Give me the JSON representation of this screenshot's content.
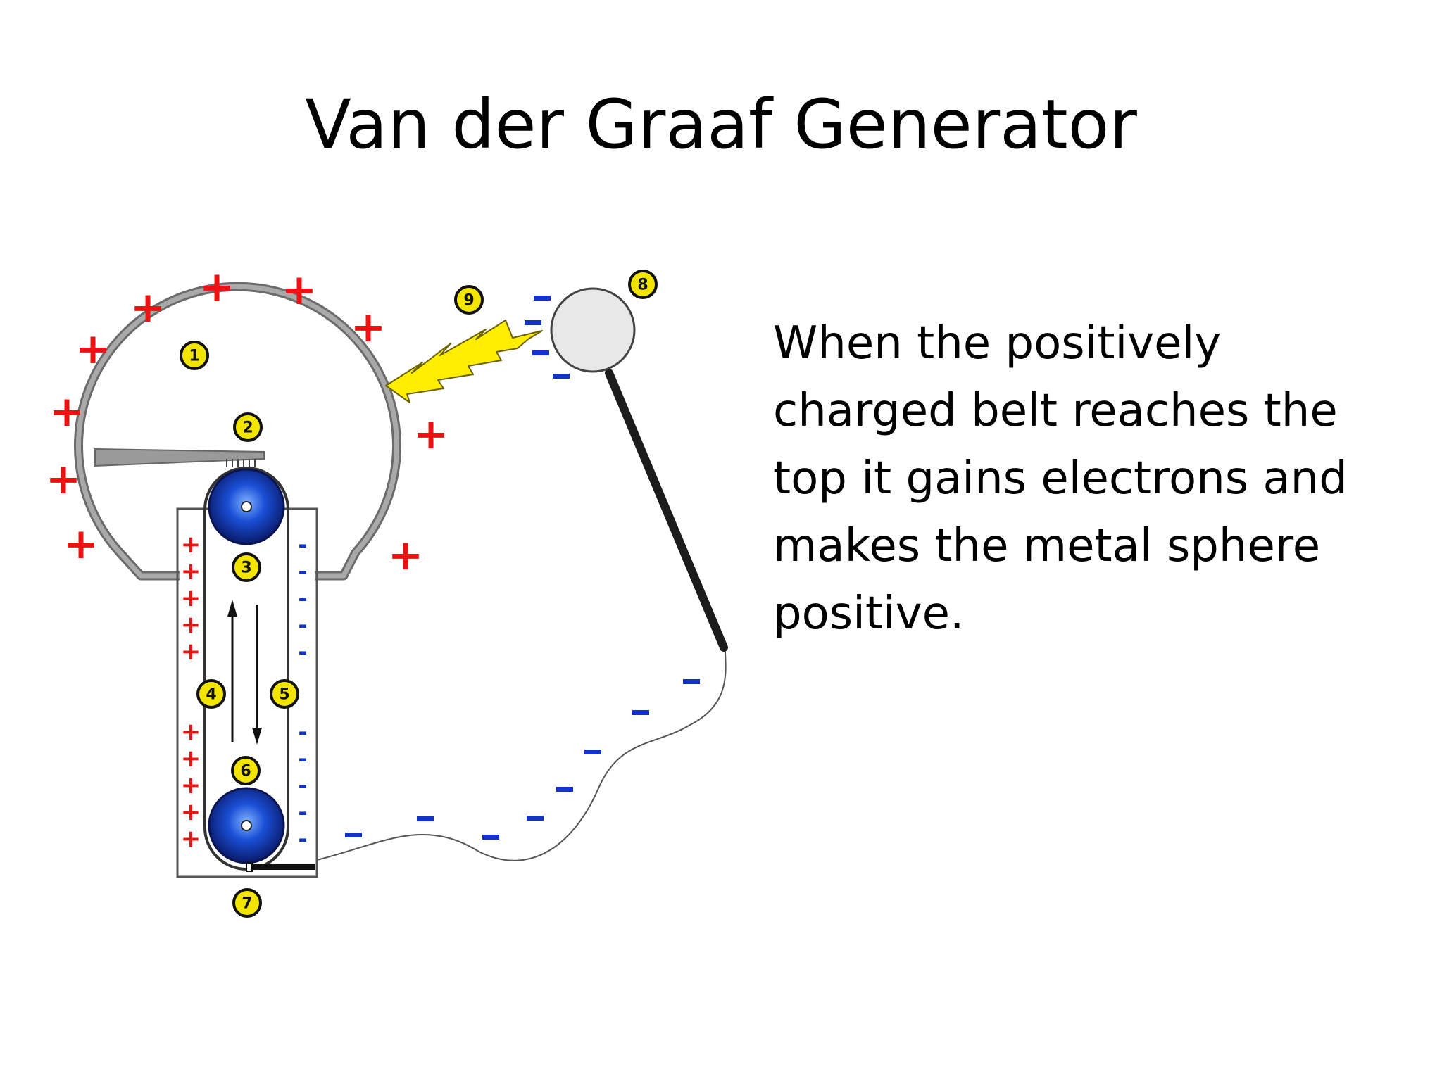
{
  "slide": {
    "title": "Van der Graaf Generator",
    "body_lines": [
      "When the positively",
      "charged belt reaches the",
      "top it gains electrons and",
      "makes the metal sphere",
      "positive."
    ]
  },
  "diagram": {
    "part_markers": [
      "1",
      "2",
      "3",
      "4",
      "5",
      "6",
      "7",
      "8",
      "9"
    ],
    "plus_sign": "+",
    "minus_sign": "-",
    "colors": {
      "positive": "#ee1111",
      "negative": "#1133cc",
      "marker_fill": "#f2e600",
      "dome_stroke": "#8f8f8f",
      "spark": "#ffee00",
      "roller": "#1a4fd6"
    }
  }
}
